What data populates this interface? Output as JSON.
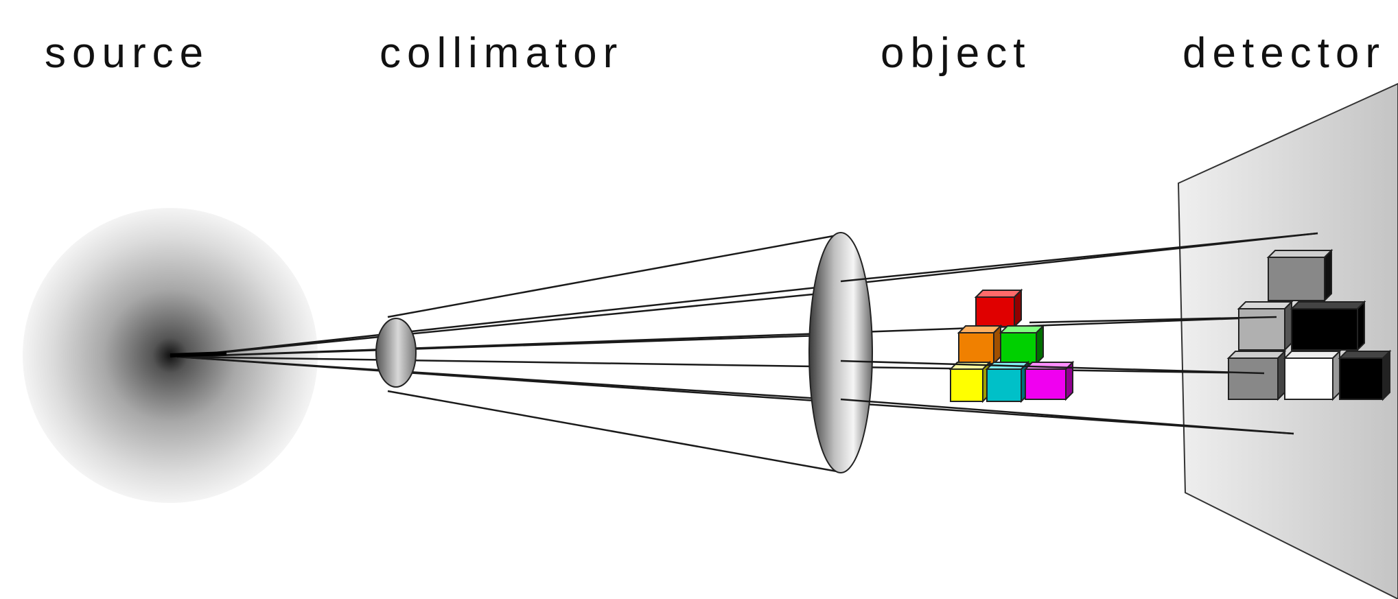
{
  "labels": {
    "source": "source",
    "collimator": "collimator",
    "object": "object",
    "detector": "detector"
  },
  "colors": {
    "background": "#ffffff",
    "ray": "#1a1a1a",
    "source_core": "#111111",
    "detector_plate": "#d6d6d6",
    "block_red": "#e00000",
    "block_orange": "#f08000",
    "block_green": "#00d000",
    "block_yellow": "#ffff00",
    "block_cyan": "#00c0c8",
    "block_magenta": "#f000f0",
    "shadow_light": "#b0b0b0",
    "shadow_mid": "#888888",
    "shadow_white": "#ffffff",
    "shadow_black": "#000000"
  }
}
